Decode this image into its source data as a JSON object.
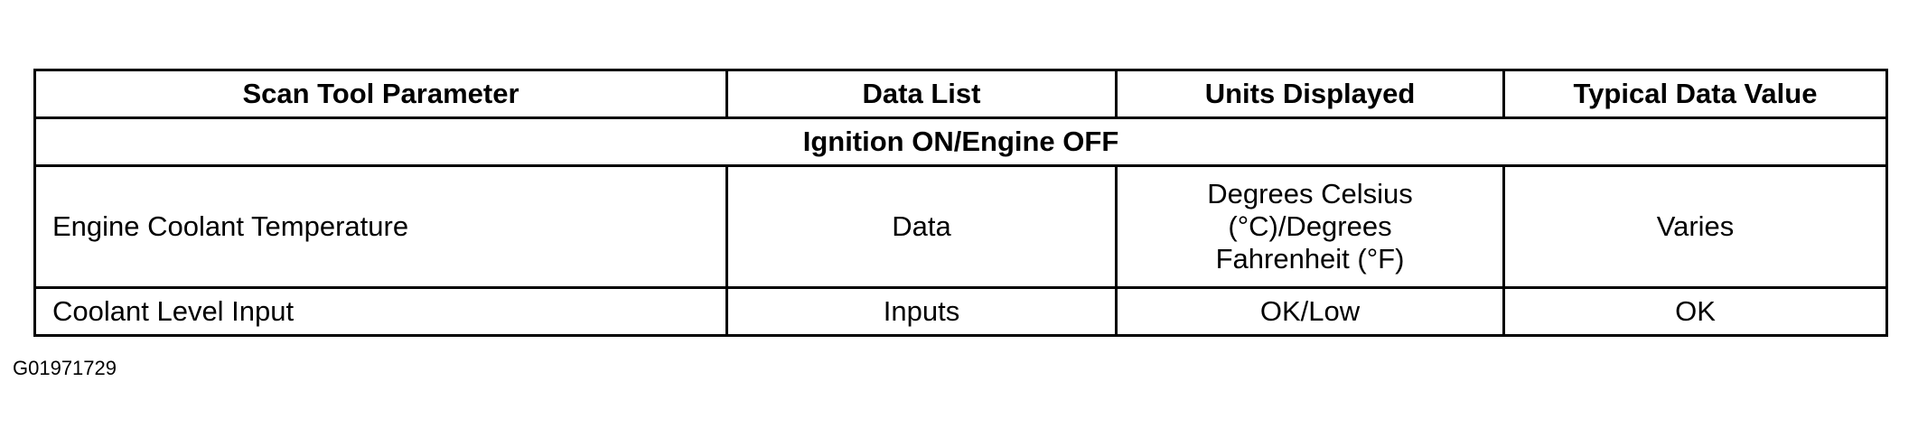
{
  "table": {
    "headers": [
      "Scan Tool Parameter",
      "Data List",
      "Units Displayed",
      "Typical Data Value"
    ],
    "section_title": "Ignition ON/Engine OFF",
    "rows": [
      {
        "parameter": "Engine Coolant Temperature",
        "data_list": "Data",
        "units_line1": "Degrees Celsius",
        "units_line2": "(°C)/Degrees",
        "units_line3": "Fahrenheit (°F)",
        "typical_value": "Varies"
      },
      {
        "parameter": "Coolant Level Input",
        "data_list": "Inputs",
        "units": "OK/Low",
        "typical_value": "OK"
      }
    ]
  },
  "figure_id": "G01971729"
}
